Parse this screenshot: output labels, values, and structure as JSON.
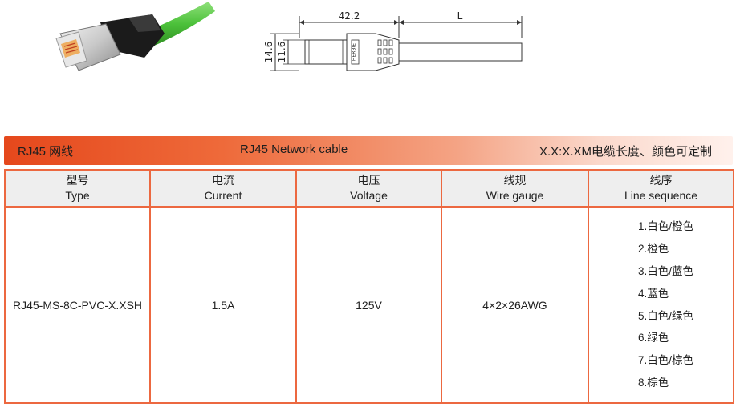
{
  "product_image": {
    "icon": "rj45-connector-with-green-cable"
  },
  "drawing": {
    "dim_top_left": "42.2",
    "dim_top_right": "L",
    "dim_outer_height": "14.6",
    "dim_inner_height": "11.6",
    "brand_mark": "HERBIE"
  },
  "banner": {
    "left": "RJ45 网线",
    "center": "RJ45 Network cable",
    "right": "X.X:X.XM电缆长度、颜色可定制",
    "colors": {
      "start": "#e5481c",
      "end": "#fff1ec"
    }
  },
  "table": {
    "border_color": "#ec6840",
    "headers": [
      {
        "zh": "型号",
        "en": "Type"
      },
      {
        "zh": "电流",
        "en": "Current"
      },
      {
        "zh": "电压",
        "en": "Voltage"
      },
      {
        "zh": "线规",
        "en": "Wire gauge"
      },
      {
        "zh": "线序",
        "en": "Line sequence"
      }
    ],
    "row": {
      "type": "RJ45-MS-8C-PVC-X.XSH",
      "current": "1.5A",
      "voltage": "125V",
      "wire_gauge": "4×2×26AWG",
      "line_sequence": [
        "1.白色/橙色",
        "2.橙色",
        "3.白色/蓝色",
        "4.蓝色",
        "5.白色/绿色",
        "6.绿色",
        "7.白色/棕色",
        "8.棕色"
      ]
    }
  }
}
